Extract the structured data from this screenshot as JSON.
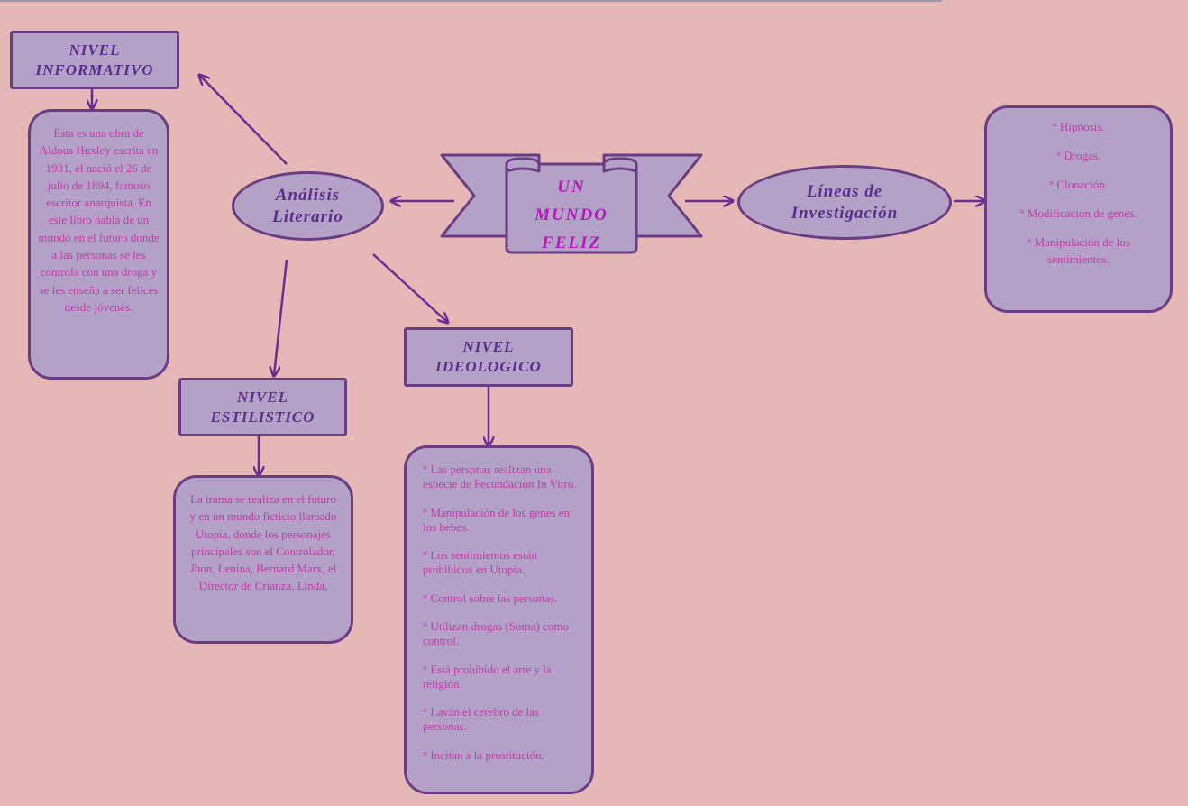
{
  "colors": {
    "background": "#e6b7b7",
    "node_fill": "#b3a1c8",
    "node_border": "#6a3d82",
    "heading_text": "#5a2d8c",
    "body_text": "#c03ba6",
    "title_text": "#b21ab6",
    "arrow": "#6a2d92"
  },
  "center": {
    "line1": "UN",
    "line2": "MUNDO",
    "line3": "FELIZ"
  },
  "analisis": {
    "line1": "Análisis",
    "line2": "Literario"
  },
  "lineas": {
    "line1": "Líneas de",
    "line2": "Investigación"
  },
  "nivel_informativo": {
    "title_line1": "NIVEL",
    "title_line2": "INFORMATIVO",
    "text": "Esta es una obra de Aldous Huxley escrita en 1931, el nació el 26 de julio de 1894, famoso escritor anarquista. En este libro  habla de un mundo en el futuro donde a las personas  se les controla con una droga y se les enseña a ser felices desde jóvenes."
  },
  "nivel_estilistico": {
    "title_line1": "NIVEL",
    "title_line2": "ESTILISTICO",
    "text": "La trama se realiza  en el futuro y en un mundo ficticio llamado Utopía, donde los personajes principales  son el Controlador, Jhon, Lenina, Bernard Marx, el Director de Crianza, Linda,"
  },
  "nivel_ideologico": {
    "title_line1": "NIVEL",
    "title_line2": "IDEOLOGICO",
    "items": [
      "° Las personas realizan  una especie  de Fecundación  In Vitro.",
      "°  Manipulación  de los genes en los bebes.",
      "° Los sentimientos  están prohibidos en Utopía.",
      "° Control sobre las personas.",
      "° Utilizan drogas (Soma) como control.",
      "° Está prohibido el arte y la religión.",
      "° Lavan  el cerebro  de las personas.",
      "° Incitan  a la prostitución."
    ]
  },
  "lineas_items": [
    "° Hipnosis.",
    "° Drogas.",
    "° Clonación.",
    "° Modificación  de genes.",
    "° Manipulación  de los sentimientos."
  ]
}
